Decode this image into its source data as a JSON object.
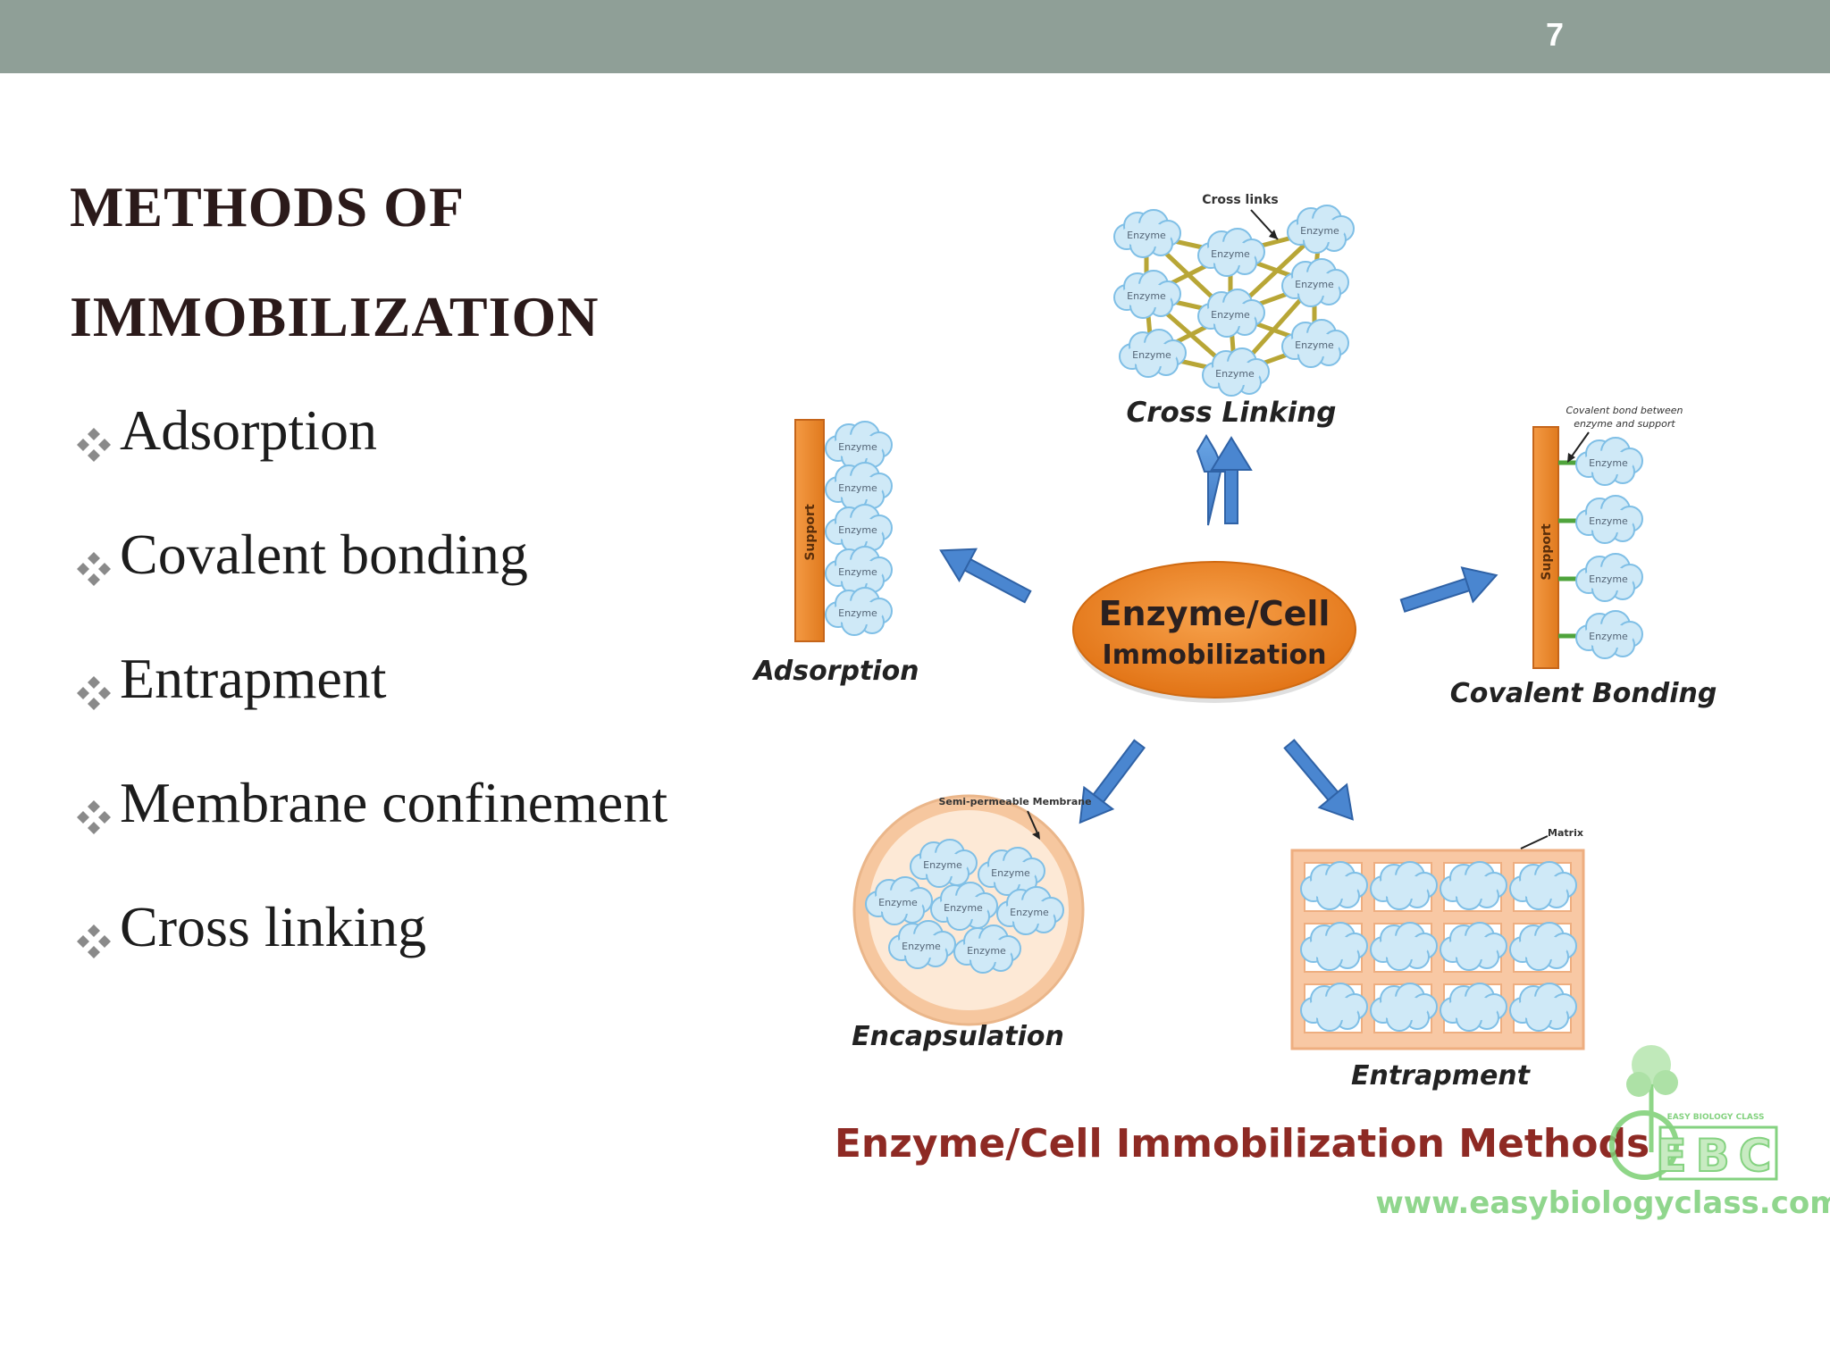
{
  "slide": {
    "number": "7",
    "title_line1": "METHODS OF",
    "title_line2": "IMMOBILIZATION",
    "bullets": [
      "Adsorption",
      "Covalent bonding",
      "Entrapment",
      "Membrane confinement",
      "Cross linking"
    ]
  },
  "diagram": {
    "center_line1": "Enzyme/Cell",
    "center_line2": "Immobilization",
    "methods": {
      "cross_linking": "Cross Linking",
      "adsorption": "Adsorption",
      "covalent": "Covalent Bonding",
      "encapsulation": "Encapsulation",
      "entrapment": "Entrapment"
    },
    "small_labels": {
      "cross_links": "Cross links",
      "support": "Support",
      "covalent_note_1": "Covalent bond between",
      "covalent_note_2": "enzyme and support",
      "membrane": "Semi-permeable Membrane",
      "matrix": "Matrix",
      "enzyme": "Enzyme"
    },
    "caption": "Enzyme/Cell Immobilization Methods",
    "logo_letters": "EBC",
    "logo_tagline": "EASY BIOLOGY CLASS",
    "logo_url": "www.easybiologyclass.com"
  },
  "colors": {
    "topbar": "#8f9f97",
    "title": "#2b1a1a",
    "center_oval": "#f08a2a",
    "arrow": "#4a86d0",
    "enzyme_cloud": "#cfe9f7",
    "support_bar": "#ee8a33",
    "caption": "#8e2a24",
    "logo": "#6fcb6a"
  }
}
